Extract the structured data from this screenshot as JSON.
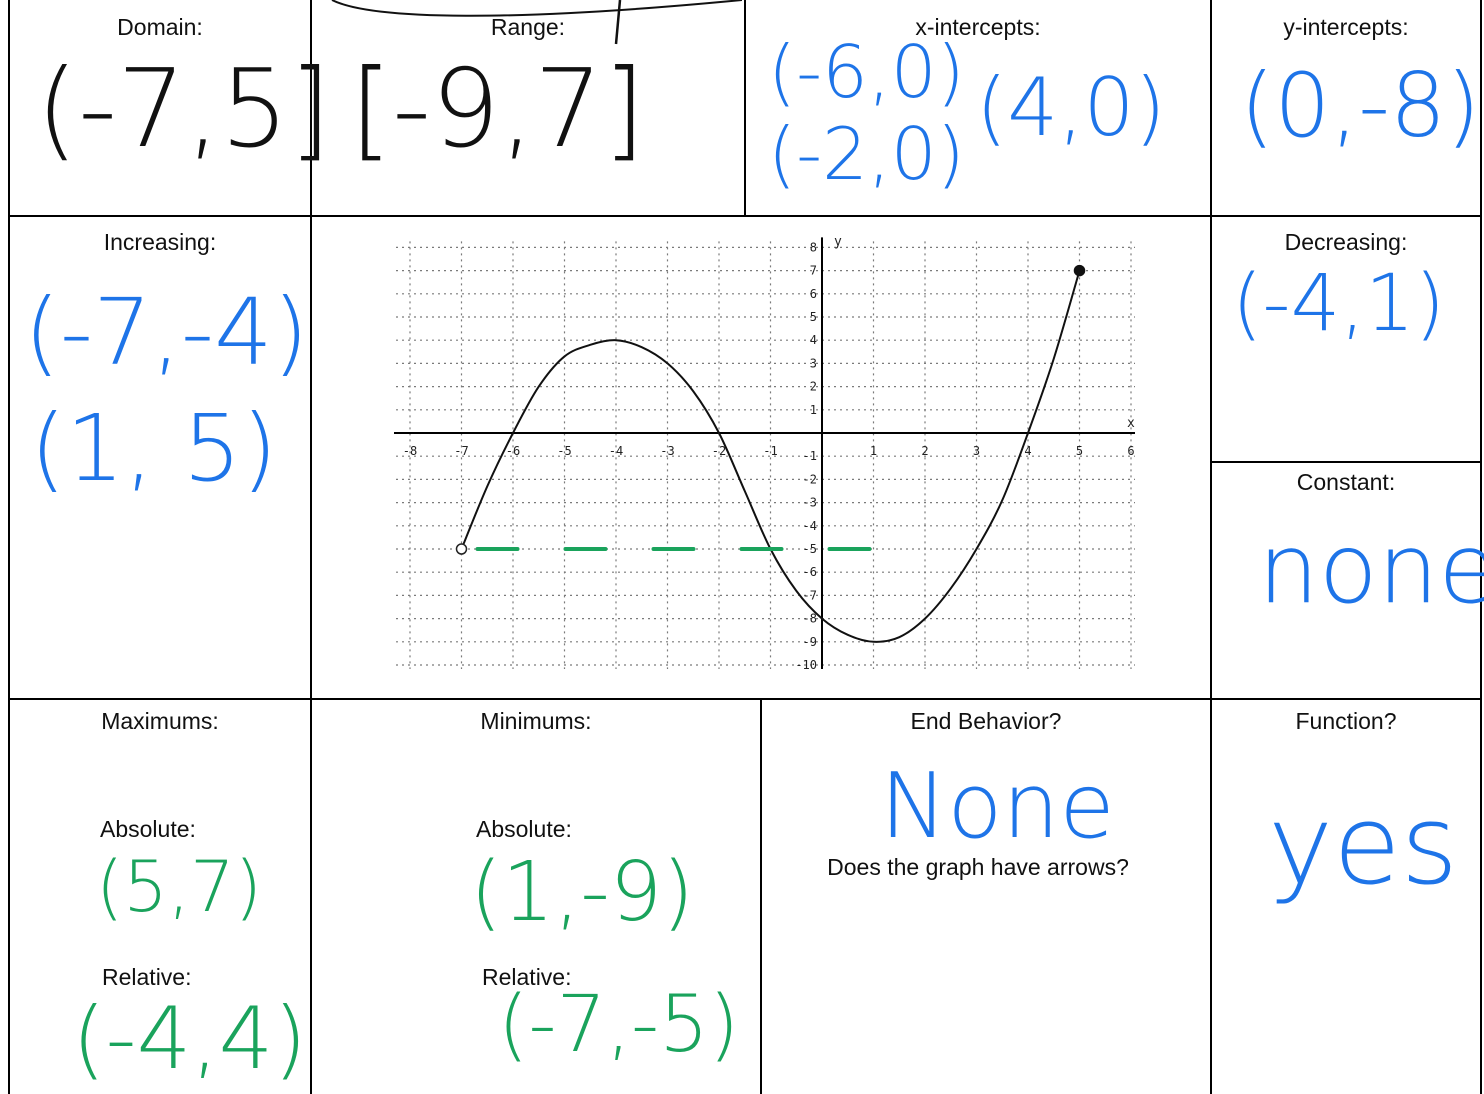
{
  "labels": {
    "domain": "Domain:",
    "range": "Range:",
    "x_intercepts": "x-intercepts:",
    "y_intercepts": "y-intercepts:",
    "increasing": "Increasing:",
    "decreasing": "Decreasing:",
    "constant": "Constant:",
    "maximums": "Maximums:",
    "minimums": "Minimums:",
    "end_behavior": "End Behavior?",
    "function": "Function?",
    "absolute": "Absolute:",
    "relative": "Relative:",
    "arrows_question": "Does the graph have arrows?"
  },
  "answers": {
    "domain": "(-7,5]",
    "range": "[-9,7]",
    "x_int_1": "(-6,0)",
    "x_int_2": "(-2,0)",
    "x_int_3": "(4,0)",
    "y_int": "(0,-8)",
    "increasing_1": "(-7,-4)",
    "increasing_2": "(1, 5)",
    "decreasing": "(-4,1)",
    "constant": "none",
    "max_absolute": "(5,7)",
    "max_relative": "(-4,4)",
    "min_absolute": "(1,-9)",
    "min_relative": "(-7,-5)",
    "end_behavior": "None",
    "function": "yes"
  },
  "colors": {
    "pen_black": "#111111",
    "pen_blue": "#1e74e8",
    "pen_green": "#1aa35c"
  },
  "chart_data": {
    "type": "line",
    "x": [
      -7,
      -6.5,
      -6,
      -5.5,
      -5,
      -4.5,
      -4,
      -3.5,
      -3,
      -2.5,
      -2,
      -1.5,
      -1,
      -0.5,
      0,
      0.5,
      1,
      1.5,
      2,
      2.5,
      3,
      3.5,
      4,
      4.5,
      5
    ],
    "y": [
      -5,
      -2.3,
      0,
      2,
      3.3,
      3.8,
      4,
      3.7,
      3,
      1.8,
      0,
      -2.5,
      -5,
      -6.8,
      -8,
      -8.7,
      -9,
      -8.8,
      -8,
      -6.7,
      -5,
      -2.9,
      0,
      3.2,
      7
    ],
    "x_ticks": [
      "-8",
      "-7",
      "-6",
      "-5",
      "-4",
      "-3",
      "-2",
      "-1",
      "1",
      "2",
      "3",
      "4",
      "5",
      "6"
    ],
    "y_ticks": [
      "8",
      "7",
      "6",
      "5",
      "4",
      "3",
      "2",
      "1",
      "-1",
      "-2",
      "-3",
      "-4",
      "-5",
      "-6",
      "-7",
      "-8",
      "-9",
      "-10"
    ],
    "xlim": [
      -8,
      6
    ],
    "ylim": [
      -10,
      8
    ],
    "xlabel": "x",
    "ylabel": "y",
    "grid": true,
    "open_point": [
      -7,
      -5
    ],
    "closed_point": [
      5,
      7
    ],
    "dashed_line_y": -5,
    "dashed_line_x_range": [
      -7,
      1
    ]
  }
}
